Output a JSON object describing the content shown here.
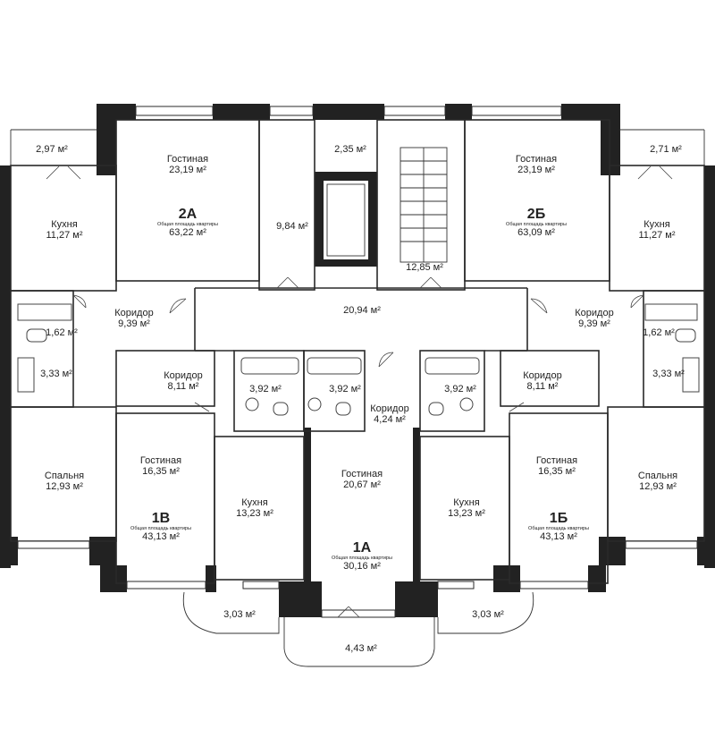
{
  "plan": {
    "apartments": [
      {
        "code": "2А",
        "caption": "Общая площадь квартиры",
        "total": "63,22 м²"
      },
      {
        "code": "2Б",
        "caption": "Общая площадь квартиры",
        "total": "63,09 м²"
      },
      {
        "code": "1В",
        "caption": "Общая площадь квартиры",
        "total": "43,13 м²"
      },
      {
        "code": "1А",
        "caption": "Общая площадь квартиры",
        "total": "30,16 м²"
      },
      {
        "code": "1Б",
        "caption": "Общая площадь квартиры",
        "total": "43,13 м²"
      }
    ],
    "rooms": [
      {
        "name": "",
        "area": "2,97 м²"
      },
      {
        "name": "Кухня",
        "area": "11,27 м²"
      },
      {
        "name": "Гостиная",
        "area": "23,19 м²"
      },
      {
        "name": "",
        "area": "2,35 м²"
      },
      {
        "name": "",
        "area": "9,84 м²"
      },
      {
        "name": "",
        "area": "12,85 м²"
      },
      {
        "name": "Гостиная",
        "area": "23,19 м²"
      },
      {
        "name": "",
        "area": "2,71 м²"
      },
      {
        "name": "Кухня",
        "area": "11,27 м²"
      },
      {
        "name": "Коридор",
        "area": "9,39 м²"
      },
      {
        "name": "",
        "area": "20,94 м²"
      },
      {
        "name": "Коридор",
        "area": "9,39 м²"
      },
      {
        "name": "",
        "area": "1,62 м²"
      },
      {
        "name": "",
        "area": "1,62 м²"
      },
      {
        "name": "",
        "area": "3,33 м²"
      },
      {
        "name": "Коридор",
        "area": "8,11 м²"
      },
      {
        "name": "",
        "area": "3,92 м²"
      },
      {
        "name": "",
        "area": "3,92 м²"
      },
      {
        "name": "Коридор",
        "area": "4,24 м²"
      },
      {
        "name": "",
        "area": "3,92 м²"
      },
      {
        "name": "Коридор",
        "area": "8,11 м²"
      },
      {
        "name": "",
        "area": "3,33 м²"
      },
      {
        "name": "Спальня",
        "area": "12,93 м²"
      },
      {
        "name": "Гостиная",
        "area": "16,35 м²"
      },
      {
        "name": "Кухня",
        "area": "13,23 м²"
      },
      {
        "name": "Гостиная",
        "area": "20,67 м²"
      },
      {
        "name": "Кухня",
        "area": "13,23 м²"
      },
      {
        "name": "Гостиная",
        "area": "16,35 м²"
      },
      {
        "name": "Спальня",
        "area": "12,93 м²"
      },
      {
        "name": "",
        "area": "3,03 м²"
      },
      {
        "name": "",
        "area": "3,03 м²"
      },
      {
        "name": "",
        "area": "4,43 м²"
      }
    ]
  }
}
